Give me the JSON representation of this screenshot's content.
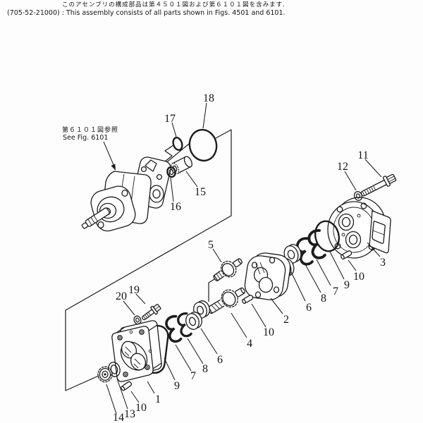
{
  "header": {
    "line1_jp": "このアセンブリの構成部品は第４５０１図および第６１０１図を含みます.",
    "line2_en": "(705-52-21000) : This assembly consists of all parts shown in Figs. 4501 and 6101."
  },
  "figure_reference": {
    "line1_jp": "第６１０１図参照",
    "line2_en": "See Fig. 6101"
  },
  "callouts": {
    "o_ring_17": "17",
    "o_ring_18": "18",
    "bushing_15": "15",
    "ring_16": "16",
    "bolt_11": "11",
    "washer_12": "12",
    "cover_3": "3",
    "pin_10_right": "10",
    "o_ring_9_right": "9",
    "snap_ring_7_right": "7",
    "snap_ring_8_right": "8",
    "plate_6_right": "6",
    "housing_2": "2",
    "gear_5": "5",
    "gear_4": "4",
    "pin_10_center": "10",
    "plate_6_left": "6",
    "snap_ring_8_left": "8",
    "snap_ring_7_left": "7",
    "o_ring_9_left": "9",
    "cover_1": "1",
    "pin_10_left": "10",
    "washer_13": "13",
    "gear_14": "14",
    "bolt_19": "19",
    "washer_20": "20"
  }
}
